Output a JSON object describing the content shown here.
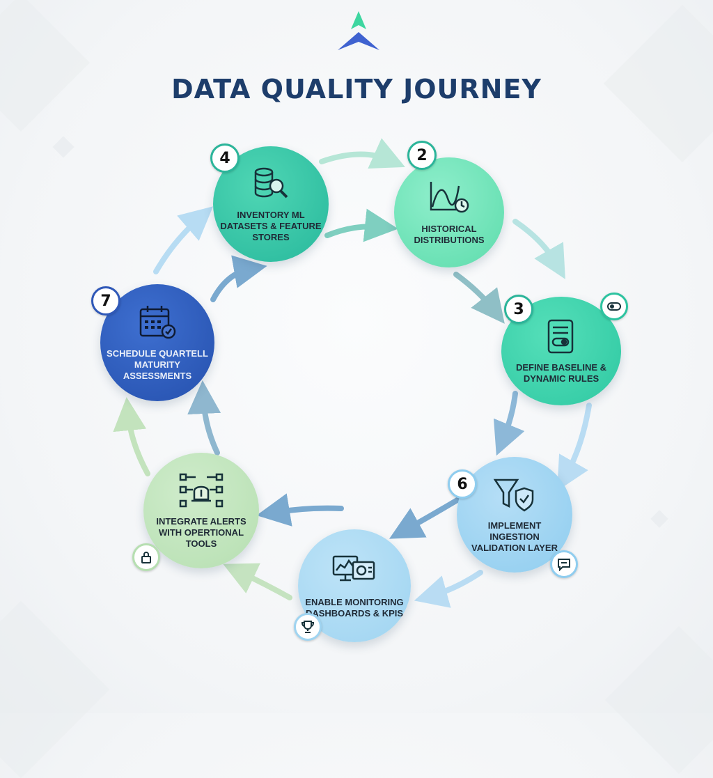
{
  "title": "DATA QUALITY JOURNEY",
  "colors": {
    "title": "#1d3d6b",
    "teal": "#2cc3a0",
    "mint": "#5fe0b0",
    "navy": "#2f58b8",
    "sky": "#8fcdef",
    "sage": "#b9e2b4"
  },
  "steps": [
    {
      "number": "4",
      "label": "INVENTORY ML DATASETS & FEATURE STORES",
      "icon": "database-search-icon"
    },
    {
      "number": "2",
      "label": "HISTORICAL DISTRIBUTIONS",
      "icon": "chart-clock-icon"
    },
    {
      "number": "3",
      "label": "DEFINE BASELINE & DYNAMIC RULES",
      "icon": "rulebook-icon"
    },
    {
      "number": "6",
      "label": "IMPLEMENT INGESTION VALIDATION LAYER",
      "icon": "funnel-shield-icon"
    },
    {
      "number": "",
      "label": "ENABLE MONITORING DASHBOARDS & KPIS",
      "icon": "monitor-dashboard-icon"
    },
    {
      "number": "",
      "label": "INTEGRATE ALERTS WITH OPERTIONAL TOOLS",
      "icon": "alert-network-icon"
    },
    {
      "number": "7",
      "label": "SCHEDULE QUARTELL MATURITY ASSESSMENTS",
      "icon": "calendar-check-icon"
    }
  ],
  "badges": [
    "toggle-icon",
    "chat-icon",
    "trophy-icon",
    "lock-icon"
  ]
}
